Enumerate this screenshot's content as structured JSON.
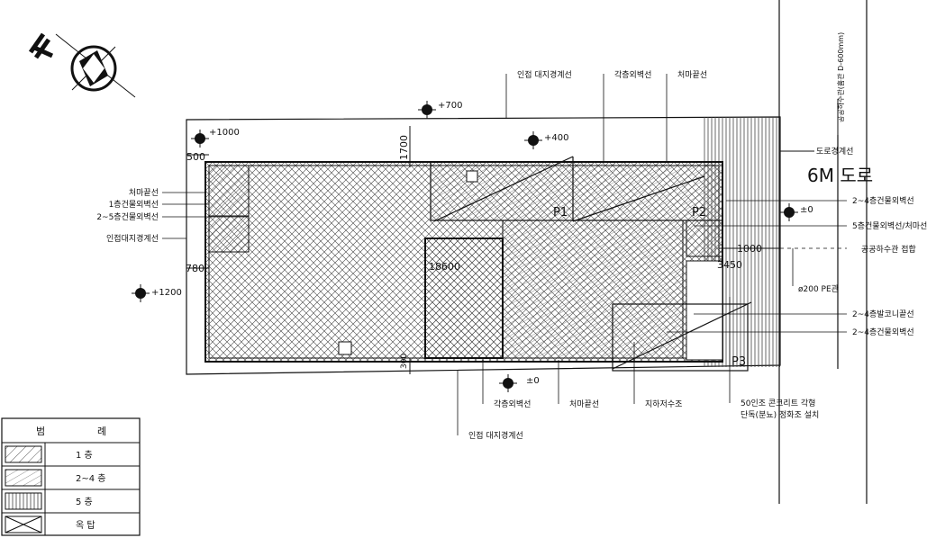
{
  "road": {
    "label": "6M 도로",
    "boundary": "도로경계선"
  },
  "sewer": {
    "vertical": "공공하수관(흄관 D-600mm)",
    "connection": "공공하수관 접합",
    "pipe": "ø200 PE관"
  },
  "levels": {
    "l1": "+1000",
    "l2": "+700",
    "l3": "+400",
    "l4": "±0",
    "l5": "+1200",
    "l6": "±0"
  },
  "dims": {
    "d500": "500",
    "d1700": "1700",
    "d780": "780",
    "d18600": "18600",
    "d1000": "1000",
    "d3450": "3450",
    "d300": "300"
  },
  "marks": {
    "p1": "P1",
    "p2": "P2",
    "p3": "P3"
  },
  "top_labels": {
    "neighbor": "인접 대지경계선",
    "each_floor": "각층외벽선",
    "eave": "처마끝선"
  },
  "left_labels": {
    "eave": "처마끝선",
    "f1_wall": "1층건물외벽선",
    "f25_wall": "2~5층건물외벽선",
    "neighbor": "인접대지경계선"
  },
  "right_labels": {
    "f24_wall": "2~4층건물외벽선",
    "f5_wall": "5층건물외벽선/처마선",
    "balcony": "2~4층발코니끝선",
    "f24_wall2": "2~4층건물외벽선"
  },
  "bottom_labels": {
    "each_floor": "각층외벽선",
    "eave": "처마끝선",
    "cistern": "지하저수조",
    "neighbor": "인접 대지경계선",
    "note1": "50인조 콘크리트 각형",
    "note2": "단독(분뇨) 정화조 설치"
  },
  "legend": {
    "title_left": "범",
    "title_right": "례",
    "rows": [
      {
        "label": "1 층"
      },
      {
        "label": "2~4 층"
      },
      {
        "label": "5 층"
      },
      {
        "label": "옥 탑"
      }
    ]
  }
}
